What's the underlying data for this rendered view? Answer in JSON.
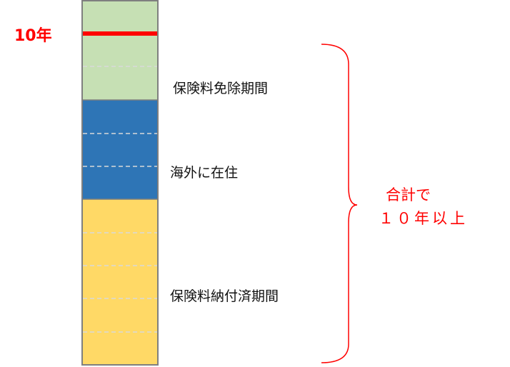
{
  "marker_label": "10年",
  "segments": [
    {
      "label": "保険料免除期間",
      "years": 3,
      "color": "#c6e0b4"
    },
    {
      "label": "海外に在住",
      "years": 3,
      "color": "#2e75b6"
    },
    {
      "label": "保険料納付済期間",
      "years": 5,
      "color": "#ffd966"
    }
  ],
  "brace_label_line1": "合計で",
  "brace_label_line2": "１０年以上",
  "accent_color": "#ff0000"
}
